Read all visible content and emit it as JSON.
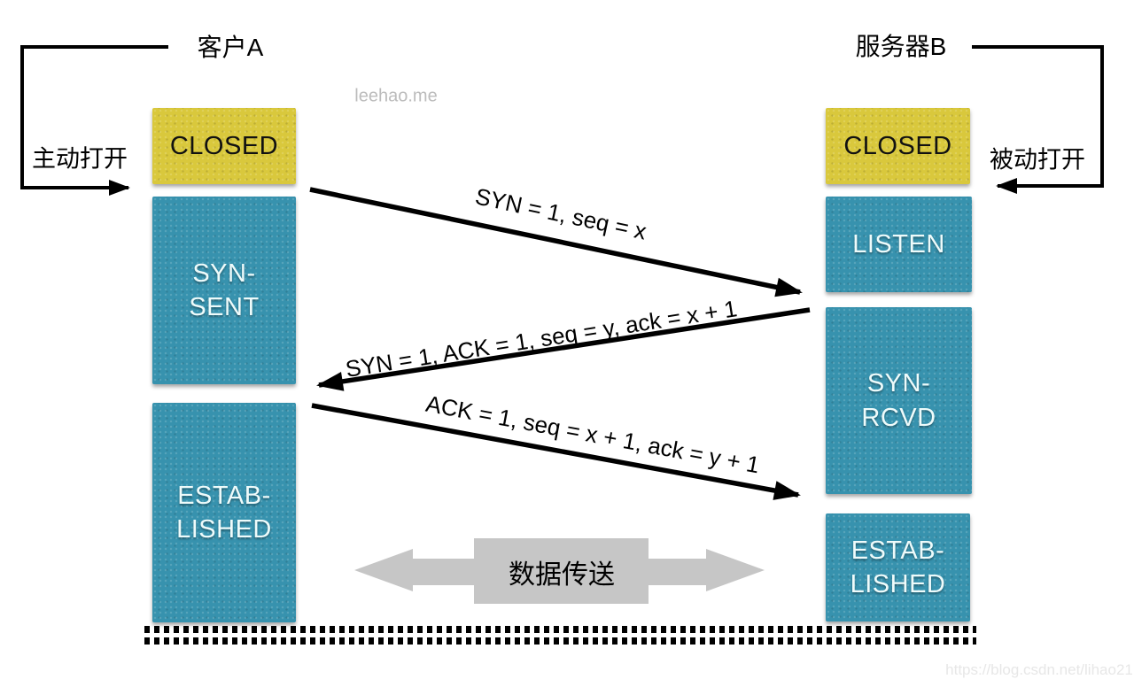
{
  "diagram_title": "TCP three-way handshake state diagram",
  "client": {
    "title": "客户A",
    "open_label": "主动打开",
    "states": [
      "CLOSED",
      "SYN-\nSENT",
      "ESTAB-\nLISHED"
    ]
  },
  "server": {
    "title": "服务器B",
    "open_label": "被动打开",
    "states": [
      "CLOSED",
      "LISTEN",
      "SYN-\nRCVD",
      "ESTAB-\nLISHED"
    ]
  },
  "messages": [
    "SYN = 1, seq = x",
    "SYN = 1, ACK = 1, seq = y, ack = x + 1",
    "ACK = 1, seq = x + 1, ack = y + 1"
  ],
  "data_transfer": {
    "label": "数据传送"
  },
  "watermarks": {
    "top": "leehao.me",
    "bottom_right": "https://blog.csdn.net/lihao21"
  },
  "colors": {
    "closed_box": "#d9c83c",
    "state_box": "#3792ae",
    "arrow_color": "#000000",
    "data_arrow": "#c6c6c6",
    "watermark_top": "#bcbcbc",
    "watermark_bottom": "#e7e7e7"
  }
}
